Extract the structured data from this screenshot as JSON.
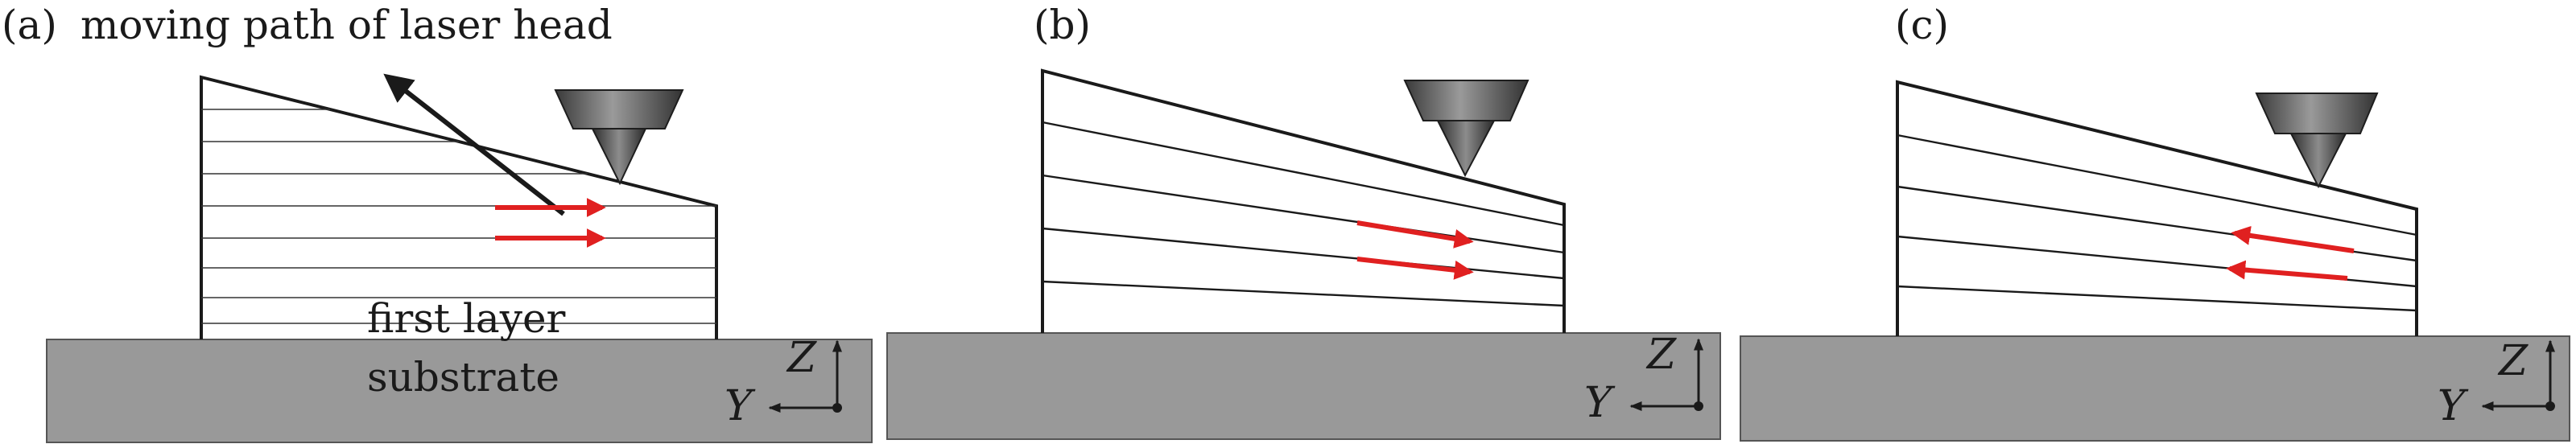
{
  "panels": [
    {
      "label": "(a)",
      "title": "moving path of laser head",
      "layer_label": "first layer",
      "substrate_label": "substrate",
      "axis_z": "Z",
      "axis_y": "Y",
      "scan_direction": "forward"
    },
    {
      "label": "(b)",
      "axis_z": "Z",
      "axis_y": "Y",
      "scan_direction": "forward"
    },
    {
      "label": "(c)",
      "axis_z": "Z",
      "axis_y": "Y",
      "scan_direction": "reverse"
    }
  ],
  "colors": {
    "substrate": "#999999",
    "scan_arrow": "#e02020",
    "outline": "#1a1a1a",
    "nozzle_dark": "#3c3c3c",
    "nozzle_light": "#8a8a8a"
  },
  "icons": [
    "laser-nozzle-icon",
    "scan-arrow-icon",
    "coordinate-axes-icon",
    "path-arrow-icon"
  ]
}
